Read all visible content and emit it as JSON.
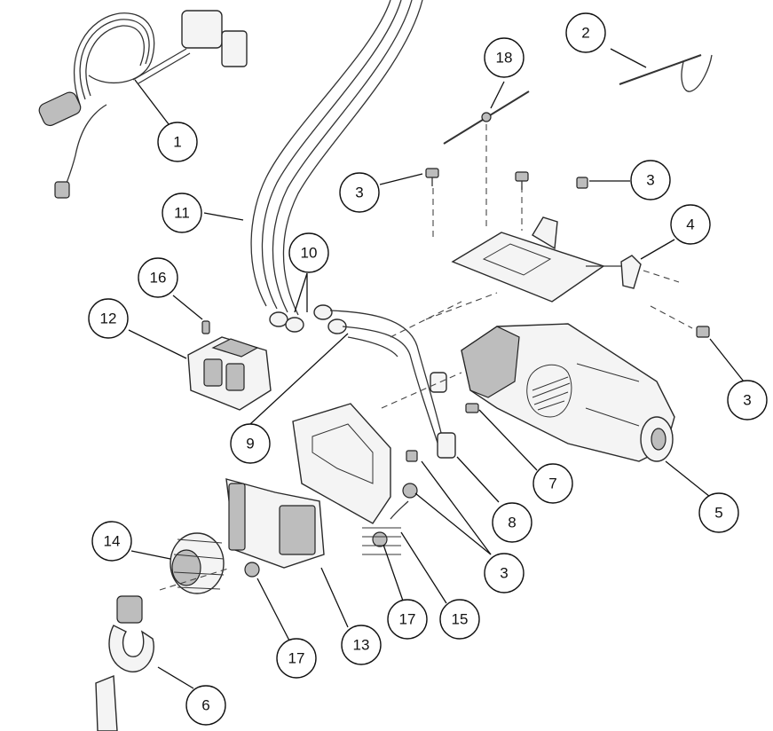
{
  "callouts": [
    {
      "id": "c1",
      "label": "1"
    },
    {
      "id": "c2",
      "label": "2"
    },
    {
      "id": "c3a",
      "label": "3"
    },
    {
      "id": "c3b",
      "label": "3"
    },
    {
      "id": "c3c",
      "label": "3"
    },
    {
      "id": "c3d",
      "label": "3"
    },
    {
      "id": "c4",
      "label": "4"
    },
    {
      "id": "c5",
      "label": "5"
    },
    {
      "id": "c6",
      "label": "6"
    },
    {
      "id": "c7",
      "label": "7"
    },
    {
      "id": "c8",
      "label": "8"
    },
    {
      "id": "c9",
      "label": "9"
    },
    {
      "id": "c10",
      "label": "10"
    },
    {
      "id": "c11",
      "label": "11"
    },
    {
      "id": "c12",
      "label": "12"
    },
    {
      "id": "c13",
      "label": "13"
    },
    {
      "id": "c14",
      "label": "14"
    },
    {
      "id": "c15",
      "label": "15"
    },
    {
      "id": "c16",
      "label": "16"
    },
    {
      "id": "c17a",
      "label": "17"
    },
    {
      "id": "c17b",
      "label": "17"
    },
    {
      "id": "c18",
      "label": "18"
    }
  ]
}
